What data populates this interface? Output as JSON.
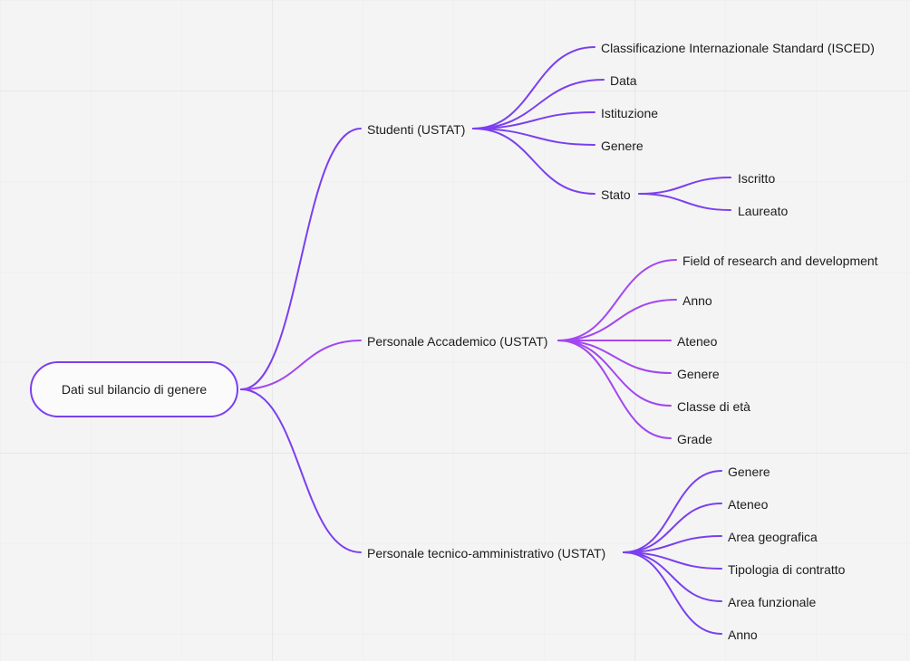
{
  "root": {
    "label": "Dati sul bilancio di genere"
  },
  "branches": [
    {
      "label": "Studenti (USTAT)",
      "color": "#7b3ff0",
      "children": [
        {
          "label": "Classificazione Internazionale Standard (ISCED)"
        },
        {
          "label": "Data"
        },
        {
          "label": "Istituzione"
        },
        {
          "label": "Genere"
        },
        {
          "label": "Stato",
          "children": [
            {
              "label": "Iscritto"
            },
            {
              "label": "Laureato"
            }
          ]
        }
      ]
    },
    {
      "label": "Personale Accademico (USTAT)",
      "color": "#a347f0",
      "children": [
        {
          "label": "Field of research and development"
        },
        {
          "label": "Anno"
        },
        {
          "label": "Ateneo"
        },
        {
          "label": "Genere"
        },
        {
          "label": "Classe di età"
        },
        {
          "label": "Grade"
        }
      ]
    },
    {
      "label": "Personale tecnico-amministrativo (USTAT)",
      "color": "#7b3ff0",
      "children": [
        {
          "label": "Genere"
        },
        {
          "label": "Ateneo"
        },
        {
          "label": "Area geografica"
        },
        {
          "label": "Tipologia di contratto"
        },
        {
          "label": "Area funzionale"
        },
        {
          "label": "Anno"
        }
      ]
    }
  ]
}
